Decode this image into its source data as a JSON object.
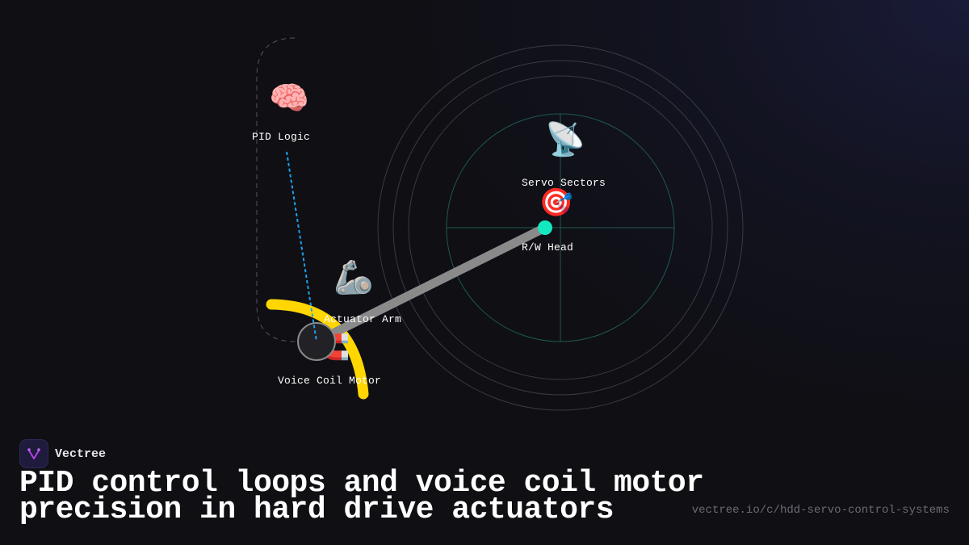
{
  "diagram": {
    "nodes": [
      {
        "id": "pid-logic",
        "label": "PID Logic",
        "icon": "brain-icon",
        "glyph": "🧠"
      },
      {
        "id": "servo-sectors",
        "label": "Servo Sectors",
        "icon": "satellite-dish-icon",
        "glyph": "📡"
      },
      {
        "id": "rw-head",
        "label": "R/W Head",
        "icon": "target-icon",
        "glyph": "🎯"
      },
      {
        "id": "actuator-arm",
        "label": "Actuator Arm",
        "icon": "mechanical-arm-icon",
        "glyph": "🦾"
      },
      {
        "id": "voice-coil-motor",
        "label": "Voice Coil Motor",
        "icon": "magnet-icon",
        "glyph": "🧲"
      }
    ],
    "colors": {
      "background": "#0f0f14",
      "platter_rings": "#3a3a42",
      "track_crosshair": "#1f5a4e",
      "head_dot": "#14e8c0",
      "arm": "#8a8a8a",
      "coil_arc": "#ffd600",
      "feedback_line": "#1ea0e8",
      "pivot": "#222226"
    }
  },
  "brand": {
    "name": "Vectree",
    "logo_color": "#b040e0"
  },
  "title": {
    "line1": "PID control loops and voice coil motor",
    "line2": "precision in hard drive actuators"
  },
  "url": "vectree.io/c/hdd-servo-control-systems"
}
